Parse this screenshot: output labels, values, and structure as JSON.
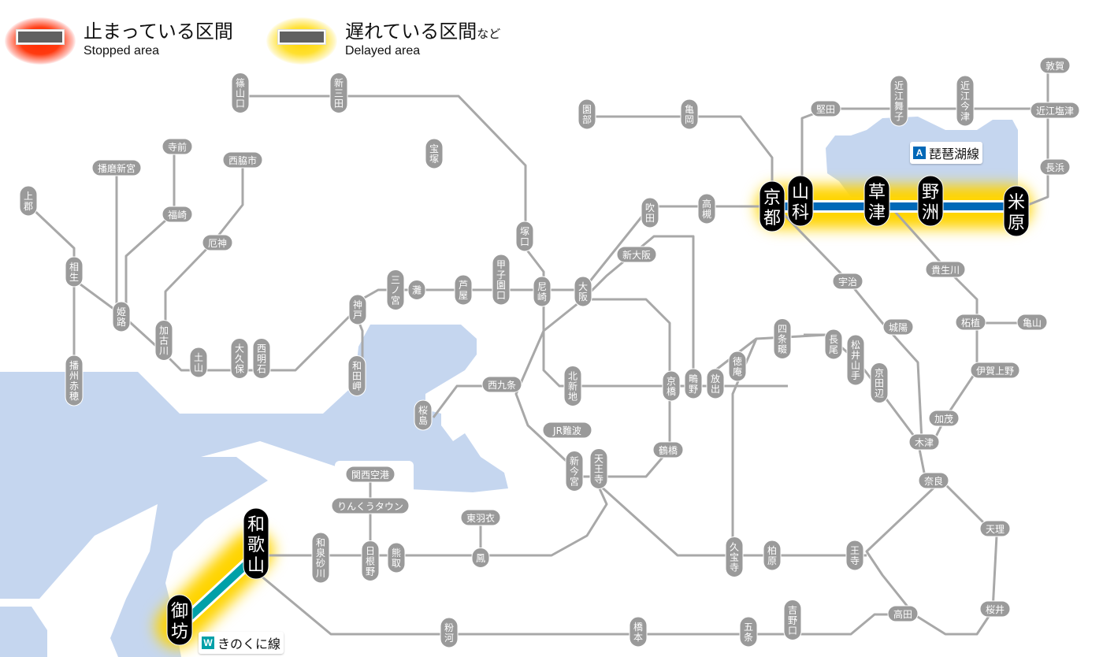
{
  "legend": {
    "stopped": {
      "jp": "止まっている区間",
      "en": "Stopped area",
      "color": "#ff2a00"
    },
    "delayed": {
      "jp": "遅れている区間",
      "jp_suffix": "など",
      "en": "Delayed area",
      "color": "#ffd400"
    }
  },
  "colors": {
    "sea": "#c5d6ef",
    "track": "#a8a8a8",
    "station_fill": "#9a9a9a",
    "major_station_fill": "#000000",
    "delay_glow": "#ffd400",
    "biwako_line": "#0068b7",
    "kinokuni_line": "#00a0a8"
  },
  "lines": [
    {
      "code": "A",
      "name": "琵琶湖線",
      "status": "delayed",
      "color": "#0068b7",
      "from": "京都",
      "to": "米原",
      "stations": [
        "京都",
        "山科",
        "草津",
        "野洲",
        "米原"
      ]
    },
    {
      "code": "W",
      "name": "きのくに線",
      "status": "delayed",
      "color": "#00a0a8",
      "from": "和歌山",
      "to": "御坊",
      "stations": [
        "和歌山",
        "御坊"
      ]
    }
  ],
  "highlight_stations": [
    "京都",
    "山科",
    "草津",
    "野洲",
    "米原",
    "和歌山",
    "御坊"
  ],
  "stations": [
    "篠山口",
    "新三田",
    "宝塚",
    "塚口",
    "上郡",
    "相生",
    "播州赤穂",
    "播磨新宮",
    "寺前",
    "福崎",
    "西脇市",
    "厄神",
    "姫路",
    "加古川",
    "土山",
    "大久保",
    "西明石",
    "神戸",
    "和田岬",
    "三ノ宮",
    "灘",
    "芦屋",
    "甲子園口",
    "尼崎",
    "大阪",
    "新大阪",
    "吹田",
    "高槻",
    "園部",
    "亀岡",
    "北新地",
    "京橋",
    "鴫野",
    "放出",
    "西九条",
    "桜島",
    "JR難波",
    "新今宮",
    "天王寺",
    "鶴橋",
    "関西空港",
    "りんくうタウン",
    "東羽衣",
    "和泉砂川",
    "日根野",
    "熊取",
    "鳳",
    "粉河",
    "橋本",
    "五条",
    "吉野口",
    "久宝寺",
    "柏原",
    "王寺",
    "高田",
    "奈良",
    "天理",
    "桜井",
    "徳庵",
    "四条畷",
    "長尾",
    "松井山手",
    "京田辺",
    "木津",
    "加茂",
    "宇治",
    "城陽",
    "貴生川",
    "柘植",
    "亀山",
    "伊賀上野",
    "堅田",
    "近江舞子",
    "近江今津",
    "近江塩津",
    "敦賀",
    "長浜"
  ]
}
